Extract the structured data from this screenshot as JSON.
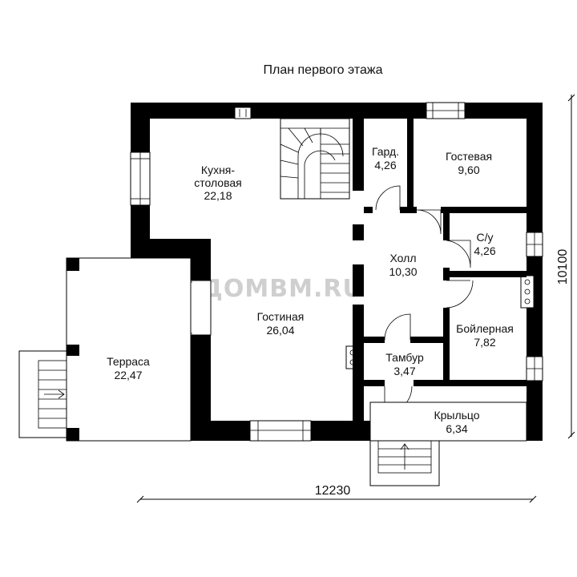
{
  "plan": {
    "title": "План первого этажа",
    "watermark": "ДОМВМ.RU",
    "rooms": [
      {
        "id": "kitchen",
        "name": "Кухня-",
        "name2": "столовая",
        "area": "22,18"
      },
      {
        "id": "wardrobe",
        "name": "Гард.",
        "area": "4,26"
      },
      {
        "id": "guest",
        "name": "Гостевая",
        "area": "9,60"
      },
      {
        "id": "wc",
        "name": "С/у",
        "area": "4,26"
      },
      {
        "id": "hall",
        "name": "Холл",
        "area": "10,30"
      },
      {
        "id": "living",
        "name": "Гостиная",
        "area": "26,04"
      },
      {
        "id": "boiler",
        "name": "Бойлерная",
        "area": "7,82"
      },
      {
        "id": "vestibule",
        "name": "Тамбур",
        "area": "3,47"
      },
      {
        "id": "terrace",
        "name": "Терраса",
        "area": "22,47"
      },
      {
        "id": "porch",
        "name": "Крыльцо",
        "area": "6,34"
      }
    ],
    "dimensions": {
      "width": "12230",
      "depth": "10100"
    }
  }
}
